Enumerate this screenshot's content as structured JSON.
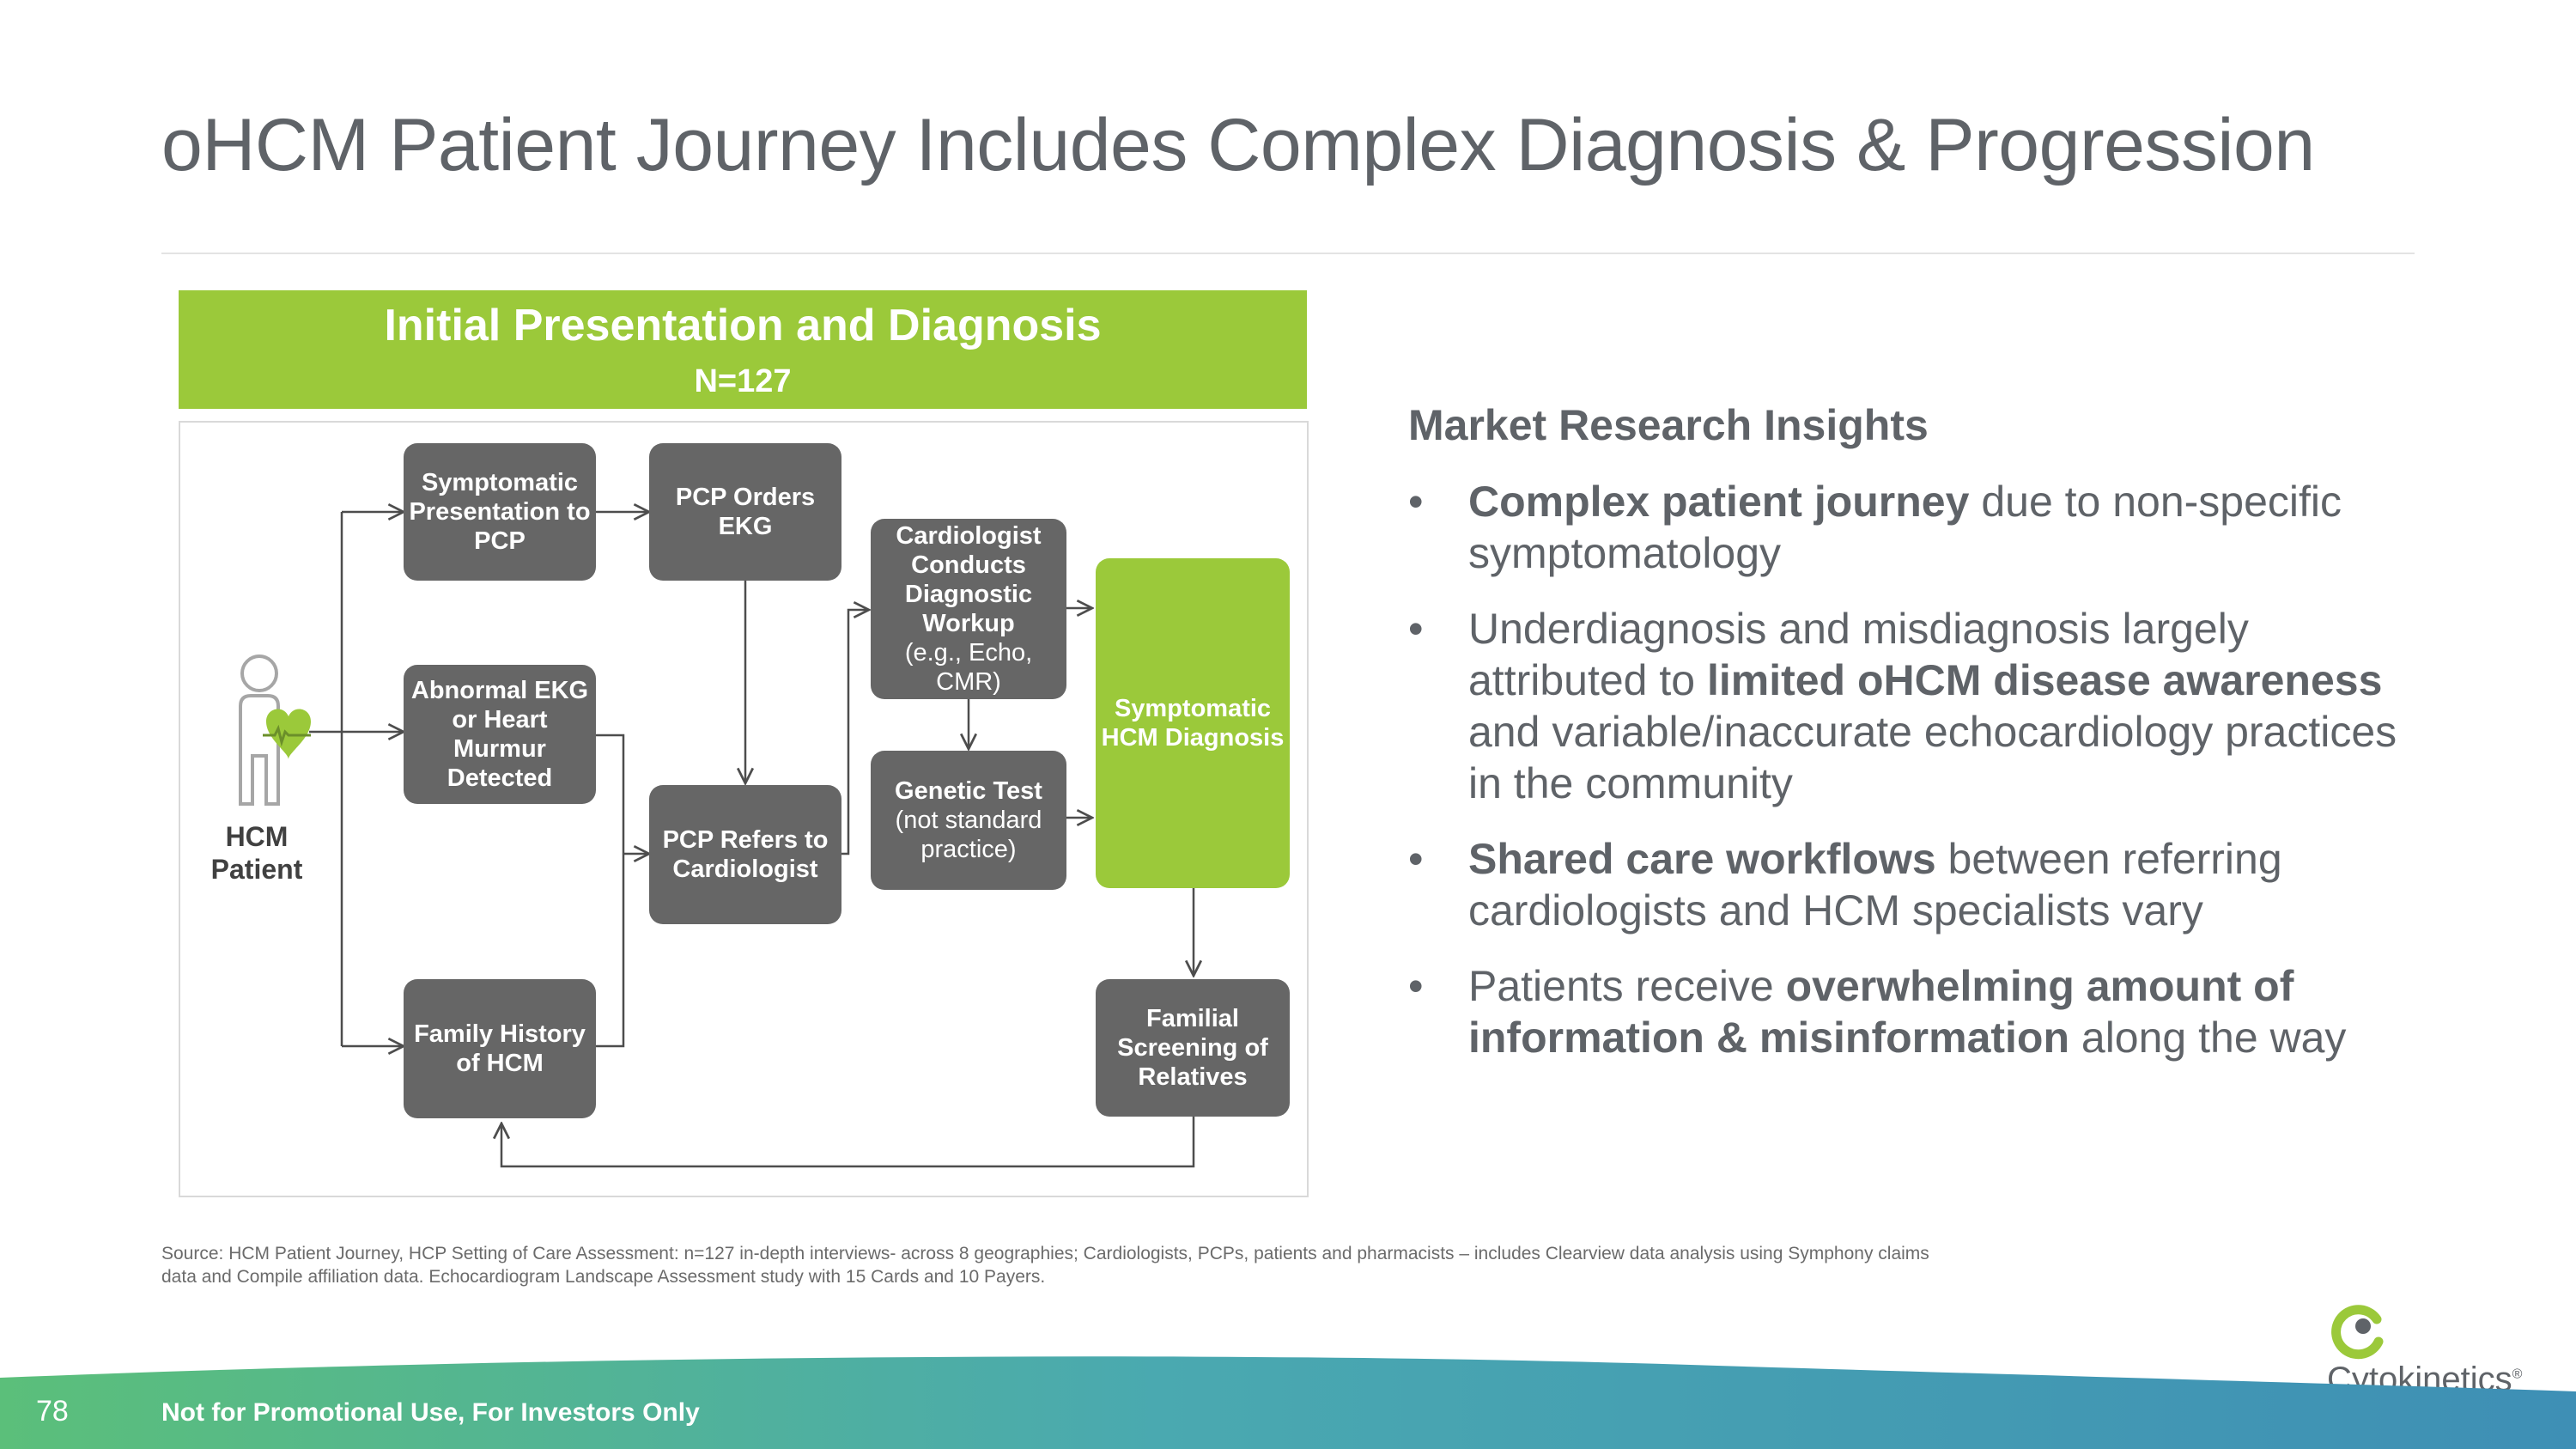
{
  "title": "oHCM Patient Journey Includes Complex Diagnosis & Progression",
  "diagram": {
    "banner_title": "Initial Presentation and Diagnosis",
    "banner_n": "N=127",
    "patient_label": "HCM Patient",
    "nodes": {
      "symptomatic_presentation": "Symptomatic Presentation to PCP",
      "pcp_orders_ekg": "PCP Orders EKG",
      "abnormal_ekg": "Abnormal EKG or Heart Murmur Detected",
      "pcp_refers": "PCP Refers to Cardiologist",
      "family_history": "Family History of HCM",
      "cardiologist_workup_bold": "Cardiologist Conducts Diagnostic Workup",
      "cardiologist_workup_note": "(e.g., Echo, CMR)",
      "genetic_test_bold": "Genetic Test",
      "genetic_test_note": "(not standard practice)",
      "symptomatic_diagnosis": "Symptomatic HCM Diagnosis",
      "familial_screening": "Familial Screening of Relatives"
    }
  },
  "insights": {
    "heading": "Market Research Insights",
    "bullet_char": "•",
    "bullets": [
      {
        "p1": "",
        "s1": "Complex patient journey",
        "p2": " due to non-specific symptomatology",
        "s2": "",
        "p3": ""
      },
      {
        "p1": "Underdiagnosis and misdiagnosis largely attributed to ",
        "s1": "limited oHCM disease awareness",
        "p2": " and variable/inaccurate echocardiology practices in the community",
        "s2": "",
        "p3": ""
      },
      {
        "p1": "",
        "s1": "Shared care workflows",
        "p2": " between referring cardiologists and HCM specialists vary",
        "s2": "",
        "p3": ""
      },
      {
        "p1": "Patients receive ",
        "s1": "overwhelming amount of information & misinformation",
        "p2": " along the way",
        "s2": "",
        "p3": ""
      }
    ]
  },
  "source": "Source: HCM Patient Journey, HCP Setting of Care Assessment: n=127 in-depth interviews- across 8 geographies; Cardiologists, PCPs, patients and pharmacists – includes Clearview data analysis using Symphony claims data and Compile affiliation data. Echocardiogram Landscape Assessment study with 15 Cards and 10 Payers.",
  "footer": {
    "page_number": "78",
    "disclaimer": "Not for Promotional Use, For Investors Only"
  },
  "logo": {
    "name": "Cytokinetics",
    "mark": "®",
    "icon": "cytokinetics-logo-icon"
  },
  "colors": {
    "green": "#9bc93a",
    "box_gray": "#666666",
    "text_gray": "#5f6368",
    "teal": "#4aa9b0"
  }
}
